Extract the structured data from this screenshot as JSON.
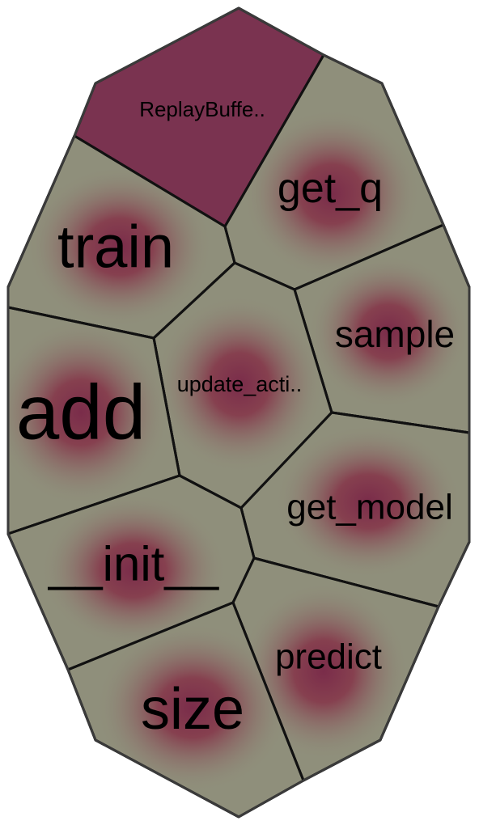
{
  "treemap": {
    "colors": {
      "base": "#8f8f7b",
      "glow": "#7a2c4a",
      "selected": "#7a3350",
      "border": "#111111",
      "outline": "#3a3a3a"
    },
    "cells": [
      {
        "id": "replaybuffer",
        "label": "ReplayBuffe..",
        "selected": true
      },
      {
        "id": "get_q",
        "label": "get_q",
        "selected": false
      },
      {
        "id": "train",
        "label": "train",
        "selected": false
      },
      {
        "id": "sample",
        "label": "sample",
        "selected": false
      },
      {
        "id": "update_action",
        "label": "update_acti..",
        "selected": false
      },
      {
        "id": "add",
        "label": "add",
        "selected": false
      },
      {
        "id": "get_model",
        "label": "get_model",
        "selected": false
      },
      {
        "id": "init",
        "label": "__init__",
        "selected": false
      },
      {
        "id": "predict",
        "label": "predict",
        "selected": false
      },
      {
        "id": "size",
        "label": "size",
        "selected": false
      }
    ]
  }
}
